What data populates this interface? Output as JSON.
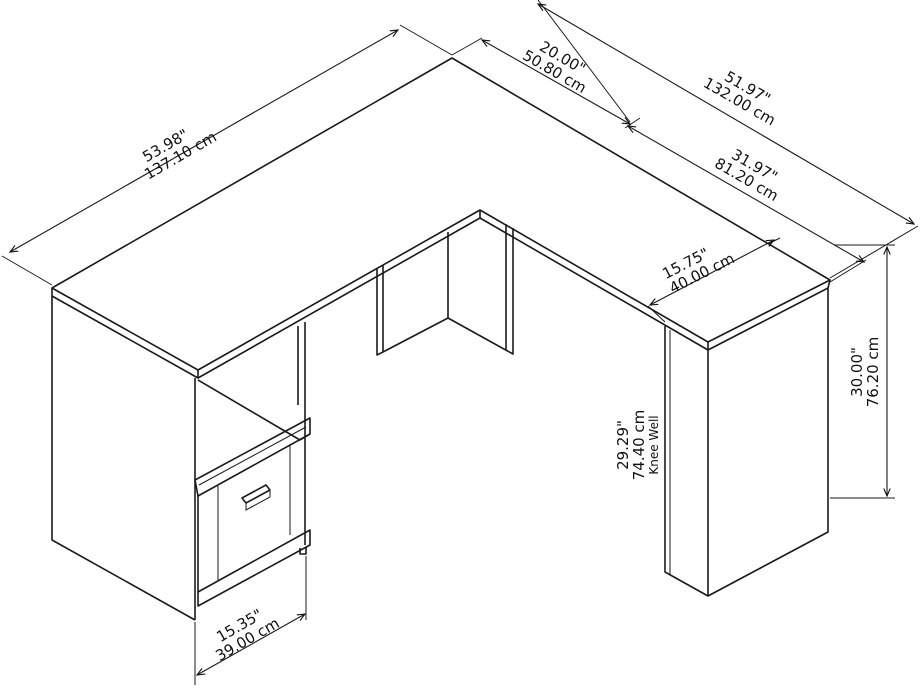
{
  "title": "L-shaped desk dimensions",
  "dimensions": {
    "left_width": {
      "in": "53.98\"",
      "cm": "137.10 cm"
    },
    "return_depth": {
      "in": "20.00\"",
      "cm": "50.80 cm"
    },
    "right_width": {
      "in": "51.97\"",
      "cm": "132.00 cm"
    },
    "return_length": {
      "in": "31.97\"",
      "cm": "81.20 cm"
    },
    "return_top_depth": {
      "in": "15.75\"",
      "cm": "40.00 cm"
    },
    "height": {
      "in": "30.00\"",
      "cm": "76.20 cm"
    },
    "knee_well": {
      "in": "29.29\"",
      "cm": "74.40 cm",
      "label": "Knee Well"
    },
    "pedestal_width": {
      "in": "15.35\"",
      "cm": "39.00 cm"
    }
  }
}
